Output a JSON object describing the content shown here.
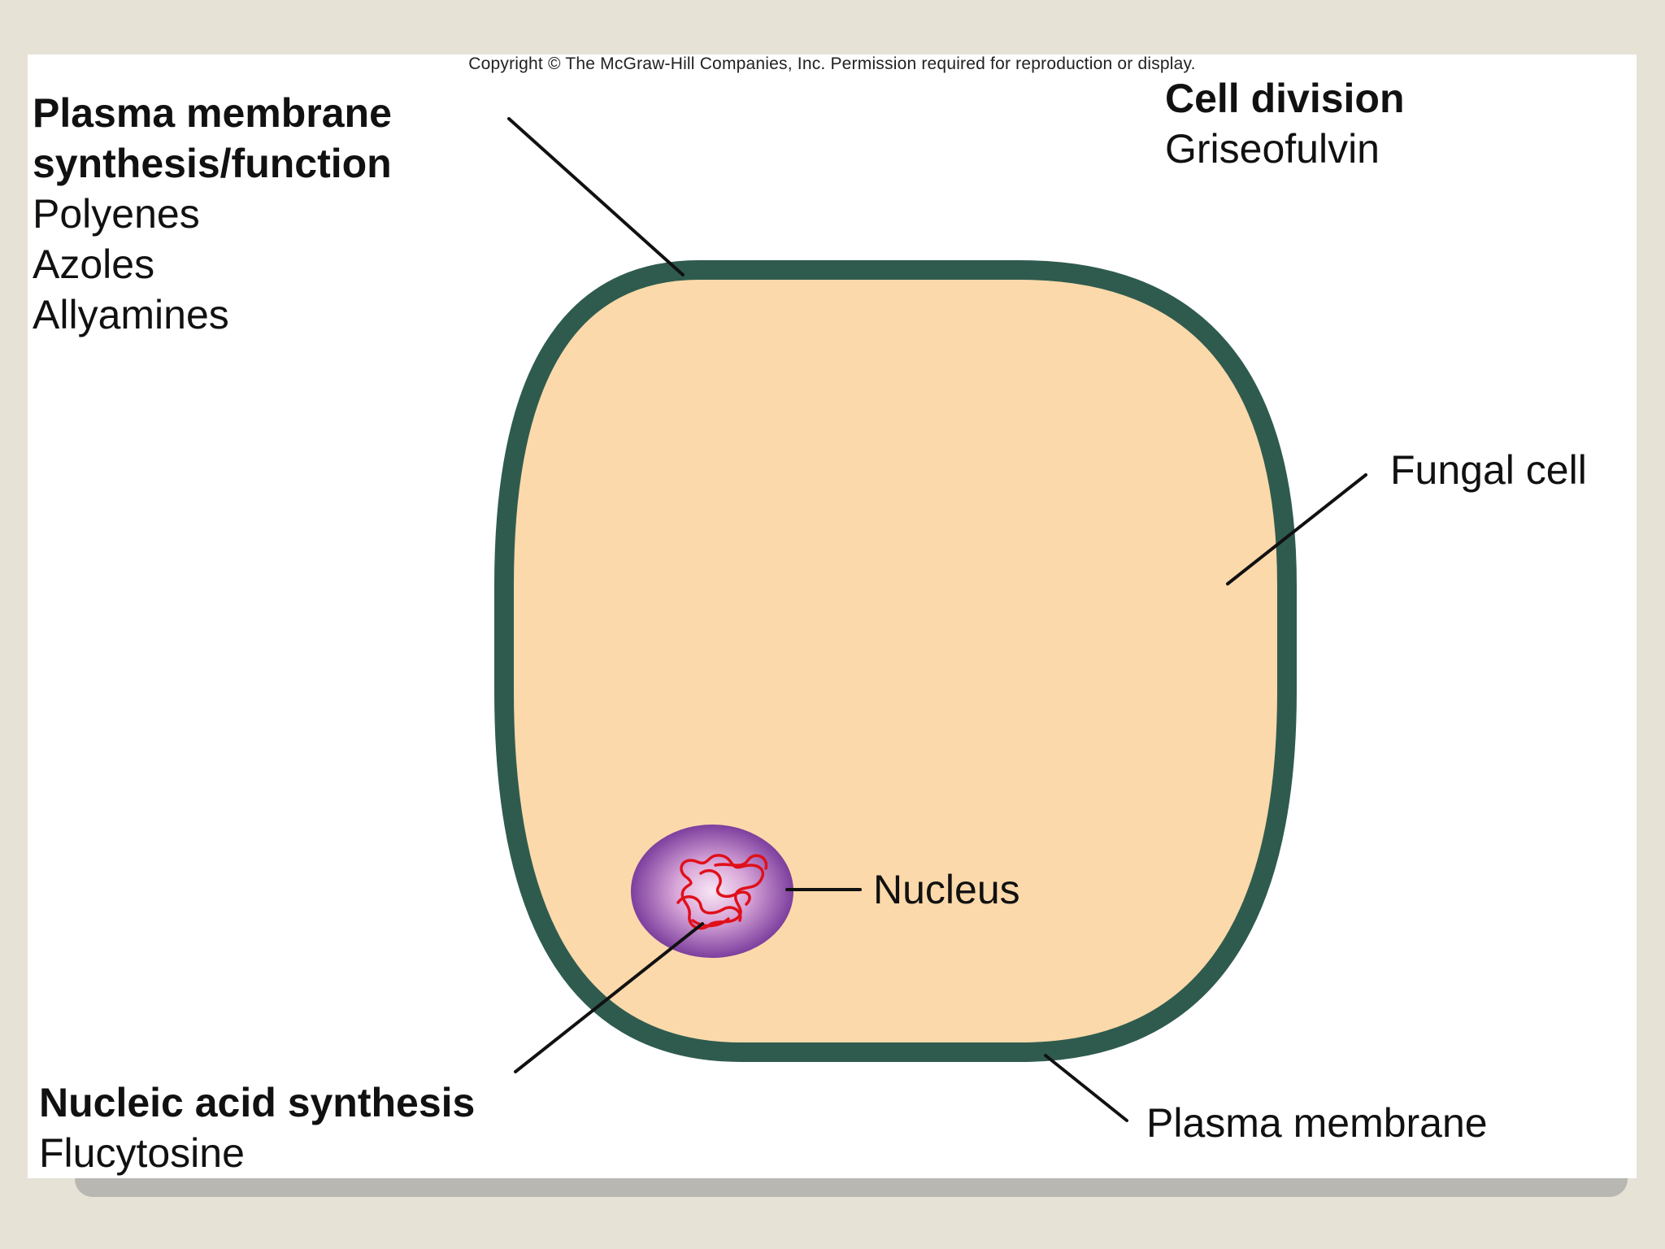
{
  "copyright": "Copyright © The McGraw-Hill Companies, Inc. Permission required for reproduction or display.",
  "labels": {
    "plasma_synthesis": {
      "heading_line1": "Plasma membrane",
      "heading_line2": "synthesis/function",
      "drugs": [
        "Polyenes",
        "Azoles",
        "Allyamines"
      ]
    },
    "cell_division": {
      "heading": "Cell division",
      "drugs": [
        "Griseofulvin"
      ]
    },
    "fungal_cell": "Fungal cell",
    "nucleus": "Nucleus",
    "nucleic_acid": {
      "heading": "Nucleic acid synthesis",
      "drugs": [
        "Flucytosine"
      ]
    },
    "plasma_membrane": "Plasma membrane"
  },
  "colors": {
    "background": "#e6e2d6",
    "slide": "#ffffff",
    "cell_fill": "#fcd9aa",
    "cell_wall": "#2f5b4f",
    "nucleus_outer": "#8a4aa8",
    "nucleus_inner": "#f3ddf0",
    "chromatin": "#e0101a",
    "leader_line": "#111111"
  }
}
